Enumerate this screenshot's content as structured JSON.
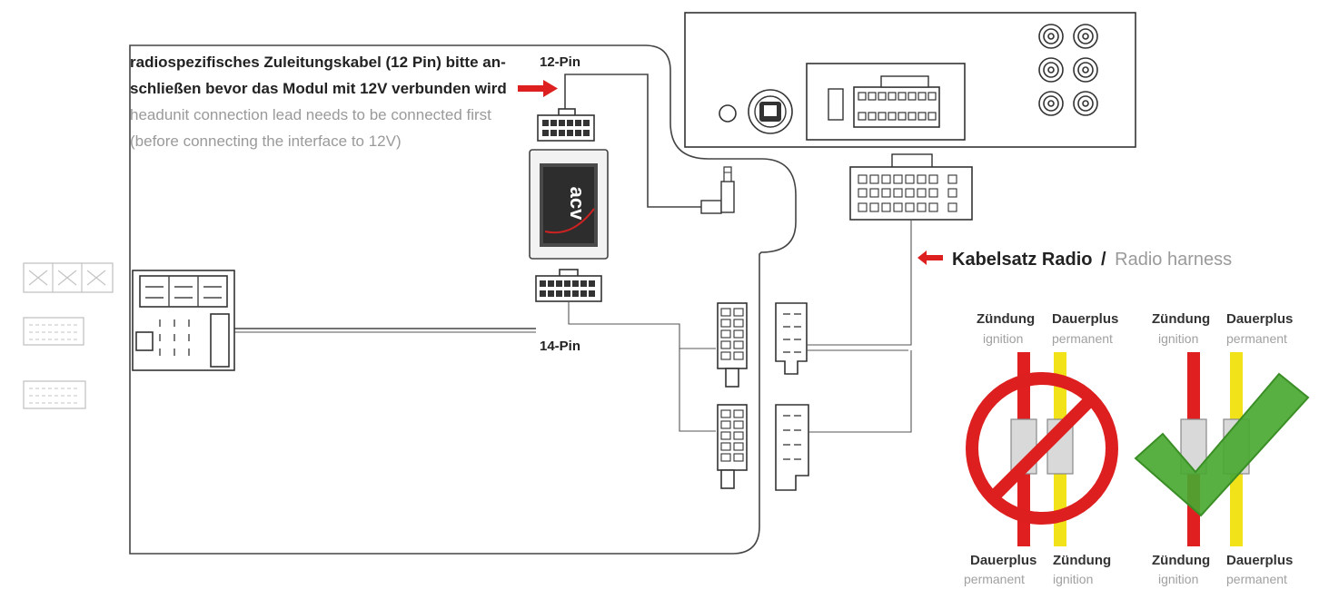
{
  "instruction": {
    "de_line1": "radiospezifisches Zuleitungskabel (12 Pin) bitte an-",
    "de_line2": "schließen bevor das Modul mit 12V verbunden wird",
    "en_line1": "headunit connection lead needs to be connected first",
    "en_line2": "(before connecting the interface to 12V)"
  },
  "connectors": {
    "pin12_label": "12-Pin",
    "pin14_label": "14-Pin"
  },
  "module": {
    "logo_text": "acv"
  },
  "harness": {
    "label_de": "Kabelsatz Radio",
    "separator": "/",
    "label_en": "Radio harness"
  },
  "wrong_panel": {
    "top_left_de": "Zündung",
    "top_left_en": "ignition",
    "top_right_de": "Dauerplus",
    "top_right_en": "permanent",
    "bottom_left_de": "Dauerplus",
    "bottom_left_en": "permanent",
    "bottom_right_de": "Zündung",
    "bottom_right_en": "ignition"
  },
  "correct_panel": {
    "top_left_de": "Zündung",
    "top_left_en": "ignition",
    "top_right_de": "Dauerplus",
    "top_right_en": "permanent",
    "bottom_left_de": "Zündung",
    "bottom_left_en": "ignition",
    "bottom_right_de": "Dauerplus",
    "bottom_right_en": "permanent"
  },
  "colors": {
    "ignition_wire": "#e02020",
    "permanent_wire": "#f2e21a",
    "prohibited_sign": "#dd1f1f",
    "checkmark": "#4aa832",
    "arrow": "#dd1f1f"
  }
}
